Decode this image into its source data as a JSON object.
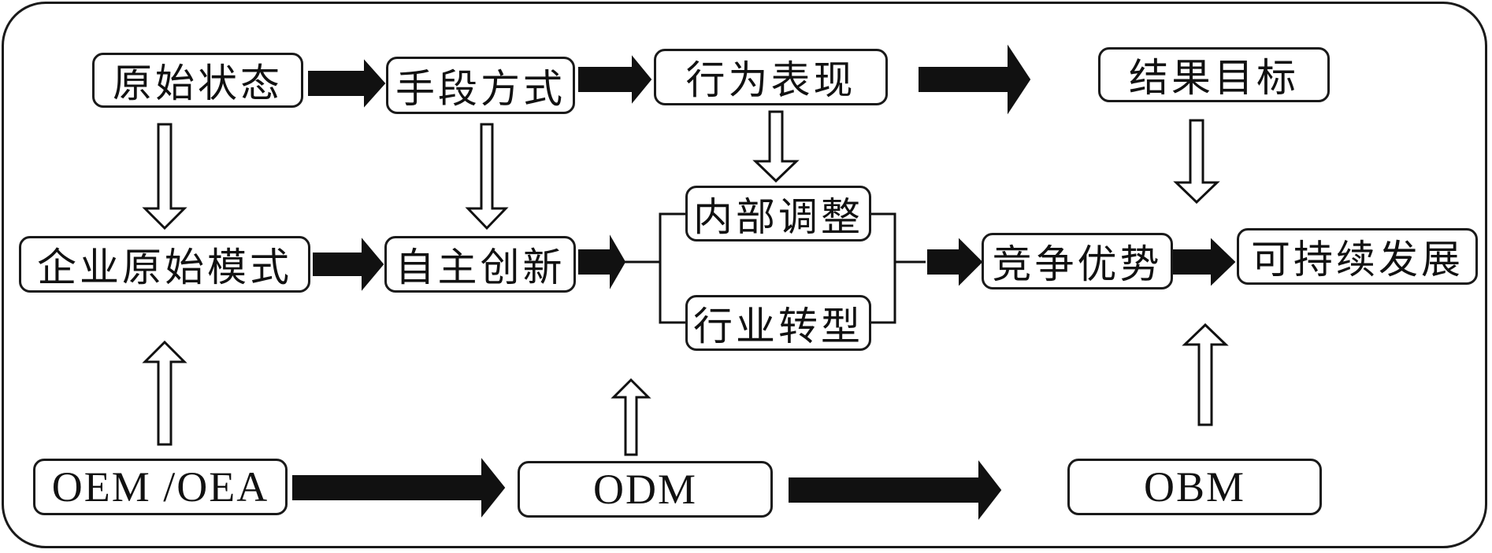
{
  "row_labels": {
    "original_state": "原始状态",
    "means": "手段方式",
    "behavior": "行为表现",
    "result_goal": "结果目标"
  },
  "process": {
    "enterprise_original_model": "企业原始模式",
    "independent_innovation": "自主创新",
    "internal_adjustment": "内部调整",
    "industry_transformation": "行业转型",
    "competitive_advantage": "竞争优势",
    "sustainable_development": "可持续发展"
  },
  "modes": {
    "oem_oea": "OEM /OEA",
    "odm": "ODM",
    "obm": "OBM"
  }
}
